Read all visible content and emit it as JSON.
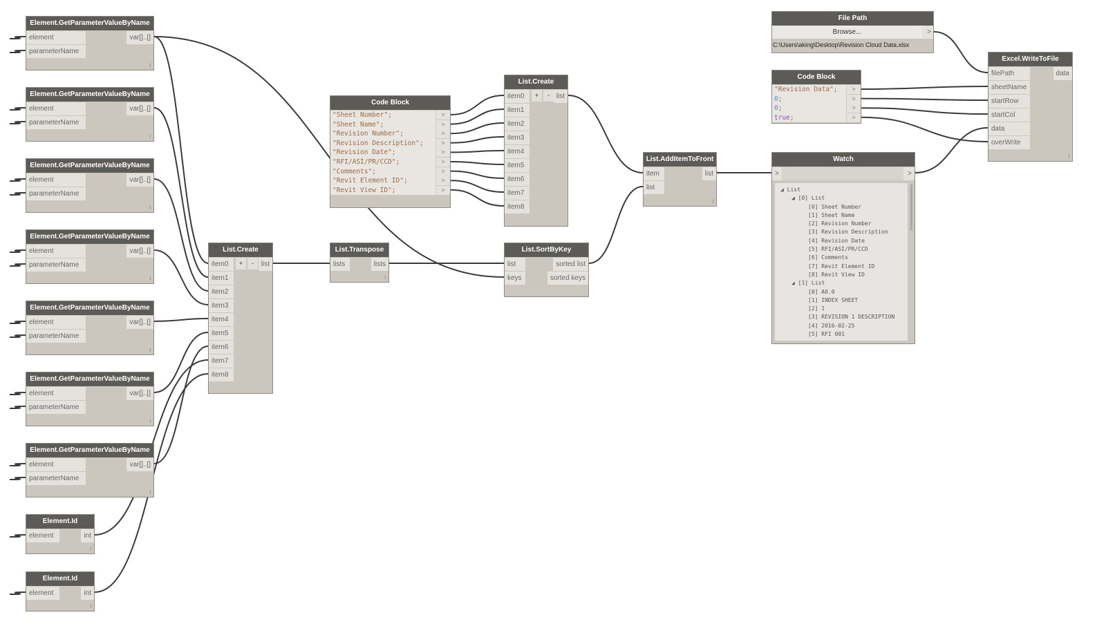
{
  "canvas": {
    "wire_color": "#3a3a3a",
    "node_header_color": "#5d5b58",
    "node_body_color": "#cbc6be"
  },
  "nodes": [
    {
      "id": "gpv0",
      "title": "Element.GetParameterValueByName",
      "inputs": [
        "element",
        "parameterName"
      ],
      "outputs": [
        "var[]..[]"
      ],
      "lacing": "l"
    },
    {
      "id": "gpv1",
      "title": "Element.GetParameterValueByName",
      "inputs": [
        "element",
        "parameterName"
      ],
      "outputs": [
        "var[]..[]"
      ],
      "lacing": "l"
    },
    {
      "id": "gpv2",
      "title": "Element.GetParameterValueByName",
      "inputs": [
        "element",
        "parameterName"
      ],
      "outputs": [
        "var[]..[]"
      ],
      "lacing": "l"
    },
    {
      "id": "gpv3",
      "title": "Element.GetParameterValueByName",
      "inputs": [
        "element",
        "parameterName"
      ],
      "outputs": [
        "var[]..[]"
      ],
      "lacing": "l"
    },
    {
      "id": "gpv4",
      "title": "Element.GetParameterValueByName",
      "inputs": [
        "element",
        "parameterName"
      ],
      "outputs": [
        "var[]..[]"
      ],
      "lacing": "l"
    },
    {
      "id": "gpv5",
      "title": "Element.GetParameterValueByName",
      "inputs": [
        "element",
        "parameterName"
      ],
      "outputs": [
        "var[]..[]"
      ],
      "lacing": "l"
    },
    {
      "id": "gpv6",
      "title": "Element.GetParameterValueByName",
      "inputs": [
        "element",
        "parameterName"
      ],
      "outputs": [
        "var[]..[]"
      ],
      "lacing": "l"
    },
    {
      "id": "eid0",
      "title": "Element.Id",
      "inputs": [
        "element"
      ],
      "outputs": [
        "int"
      ],
      "lacing": "l"
    },
    {
      "id": "eid1",
      "title": "Element.Id",
      "inputs": [
        "element"
      ],
      "outputs": [
        "int"
      ],
      "lacing": "l"
    },
    {
      "id": "lc1",
      "title": "List.Create",
      "inputs": [
        "item0",
        "item1",
        "item2",
        "item3",
        "item4",
        "item5",
        "item6",
        "item7",
        "item8"
      ],
      "outputs": [
        "list"
      ],
      "buttons": [
        "+",
        "-"
      ]
    },
    {
      "id": "cb1",
      "title": "Code Block",
      "type": "code",
      "lines": [
        {
          "text": "\"Sheet Number\";",
          "kind": "str"
        },
        {
          "text": "\"Sheet Name\";",
          "kind": "str"
        },
        {
          "text": "\"Revision Number\";",
          "kind": "str"
        },
        {
          "text": "\"Revision Description\";",
          "kind": "str"
        },
        {
          "text": "\"Revision Date\";",
          "kind": "str"
        },
        {
          "text": "\"RFI/ASI/PR/CCD\";",
          "kind": "str"
        },
        {
          "text": "\"Comments\";",
          "kind": "str"
        },
        {
          "text": "\"Revit Element ID\";",
          "kind": "str"
        },
        {
          "text": "\"Revit View ID\";",
          "kind": "str"
        }
      ],
      "output_glyph": ">"
    },
    {
      "id": "lc2",
      "title": "List.Create",
      "inputs": [
        "item0",
        "item1",
        "item2",
        "item3",
        "item4",
        "item5",
        "item6",
        "item7",
        "item8"
      ],
      "outputs": [
        "list"
      ],
      "buttons": [
        "+",
        "-"
      ]
    },
    {
      "id": "tr",
      "title": "List.Transpose",
      "inputs": [
        "lists"
      ],
      "outputs": [
        "lists"
      ],
      "lacing": "l"
    },
    {
      "id": "sbk",
      "title": "List.SortByKey",
      "inputs": [
        "list",
        "keys"
      ],
      "outputs": [
        "sorted list",
        "sorted keys"
      ]
    },
    {
      "id": "aif",
      "title": "List.AddItemToFront",
      "inputs": [
        "item",
        "list"
      ],
      "outputs": [
        "list"
      ],
      "lacing": "l"
    },
    {
      "id": "fp",
      "title": "File Path",
      "type": "filepath",
      "button": "Browse...",
      "value": "C:\\Users\\aking\\Desktop\\Revision Cloud Data.xlsx",
      "output_glyph": ">"
    },
    {
      "id": "cb2",
      "title": "Code Block",
      "type": "code",
      "lines": [
        {
          "text": "\"Revision Data\";",
          "kind": "str"
        },
        {
          "text": "0",
          "kind": "num"
        },
        {
          "text": "0",
          "kind": "num"
        },
        {
          "text": "true",
          "kind": "kw"
        }
      ],
      "output_glyph": ">"
    },
    {
      "id": "watch",
      "title": "Watch",
      "type": "watch",
      "in_glyph": ">",
      "out_glyph": ">",
      "tree": [
        {
          "level": 0,
          "text": "◢ List"
        },
        {
          "level": 1,
          "text": "◢ [0] List"
        },
        {
          "level": 2,
          "text": "[0] Sheet Number"
        },
        {
          "level": 2,
          "text": "[1] Sheet Name"
        },
        {
          "level": 2,
          "text": "[2] Revision Number"
        },
        {
          "level": 2,
          "text": "[3] Revision Description"
        },
        {
          "level": 2,
          "text": "[4] Revision Date"
        },
        {
          "level": 2,
          "text": "[5] RFI/ASI/PR/CCD"
        },
        {
          "level": 2,
          "text": "[6] Comments"
        },
        {
          "level": 2,
          "text": "[7] Revit Element ID"
        },
        {
          "level": 2,
          "text": "[8] Revit View ID"
        },
        {
          "level": 1,
          "text": "◢ [1] List"
        },
        {
          "level": 2,
          "text": "[0] A0.0"
        },
        {
          "level": 2,
          "text": "[1] INDEX SHEET"
        },
        {
          "level": 2,
          "text": "[2] 1"
        },
        {
          "level": 2,
          "text": "[3] REVISION 1 DESCRIPTION"
        },
        {
          "level": 2,
          "text": "[4] 2016-02-25"
        },
        {
          "level": 2,
          "text": "[5] RFI 001"
        }
      ]
    },
    {
      "id": "xl",
      "title": "Excel.WriteToFile",
      "inputs": [
        "filePath",
        "sheetName",
        "startRow",
        "startCol",
        "data",
        "overWrite"
      ],
      "outputs": [
        "data"
      ],
      "lacing": "l"
    }
  ],
  "connections": [
    [
      "gpv0",
      0,
      "lc1",
      0
    ],
    [
      "gpv1",
      0,
      "lc1",
      1
    ],
    [
      "gpv2",
      0,
      "lc1",
      2
    ],
    [
      "gpv3",
      0,
      "lc1",
      3
    ],
    [
      "gpv4",
      0,
      "lc1",
      4
    ],
    [
      "gpv5",
      0,
      "lc1",
      5
    ],
    [
      "gpv6",
      0,
      "lc1",
      6
    ],
    [
      "eid0",
      0,
      "lc1",
      7
    ],
    [
      "eid1",
      0,
      "lc1",
      8
    ],
    [
      "gpv0",
      0,
      "sbk",
      1
    ],
    [
      "lc1",
      0,
      "tr",
      0
    ],
    [
      "tr",
      0,
      "sbk",
      0
    ],
    [
      "cb1",
      0,
      "lc2",
      0
    ],
    [
      "cb1",
      1,
      "lc2",
      1
    ],
    [
      "cb1",
      2,
      "lc2",
      2
    ],
    [
      "cb1",
      3,
      "lc2",
      3
    ],
    [
      "cb1",
      4,
      "lc2",
      4
    ],
    [
      "cb1",
      5,
      "lc2",
      5
    ],
    [
      "cb1",
      6,
      "lc2",
      6
    ],
    [
      "cb1",
      7,
      "lc2",
      7
    ],
    [
      "cb1",
      8,
      "lc2",
      8
    ],
    [
      "lc2",
      0,
      "aif",
      0
    ],
    [
      "sbk",
      0,
      "aif",
      1
    ],
    [
      "aif",
      0,
      "watch",
      0
    ],
    [
      "watch",
      0,
      "xl",
      4
    ],
    [
      "fp",
      0,
      "xl",
      0
    ],
    [
      "cb2",
      0,
      "xl",
      1
    ],
    [
      "cb2",
      1,
      "xl",
      2
    ],
    [
      "cb2",
      2,
      "xl",
      3
    ],
    [
      "cb2",
      3,
      "xl",
      5
    ]
  ]
}
